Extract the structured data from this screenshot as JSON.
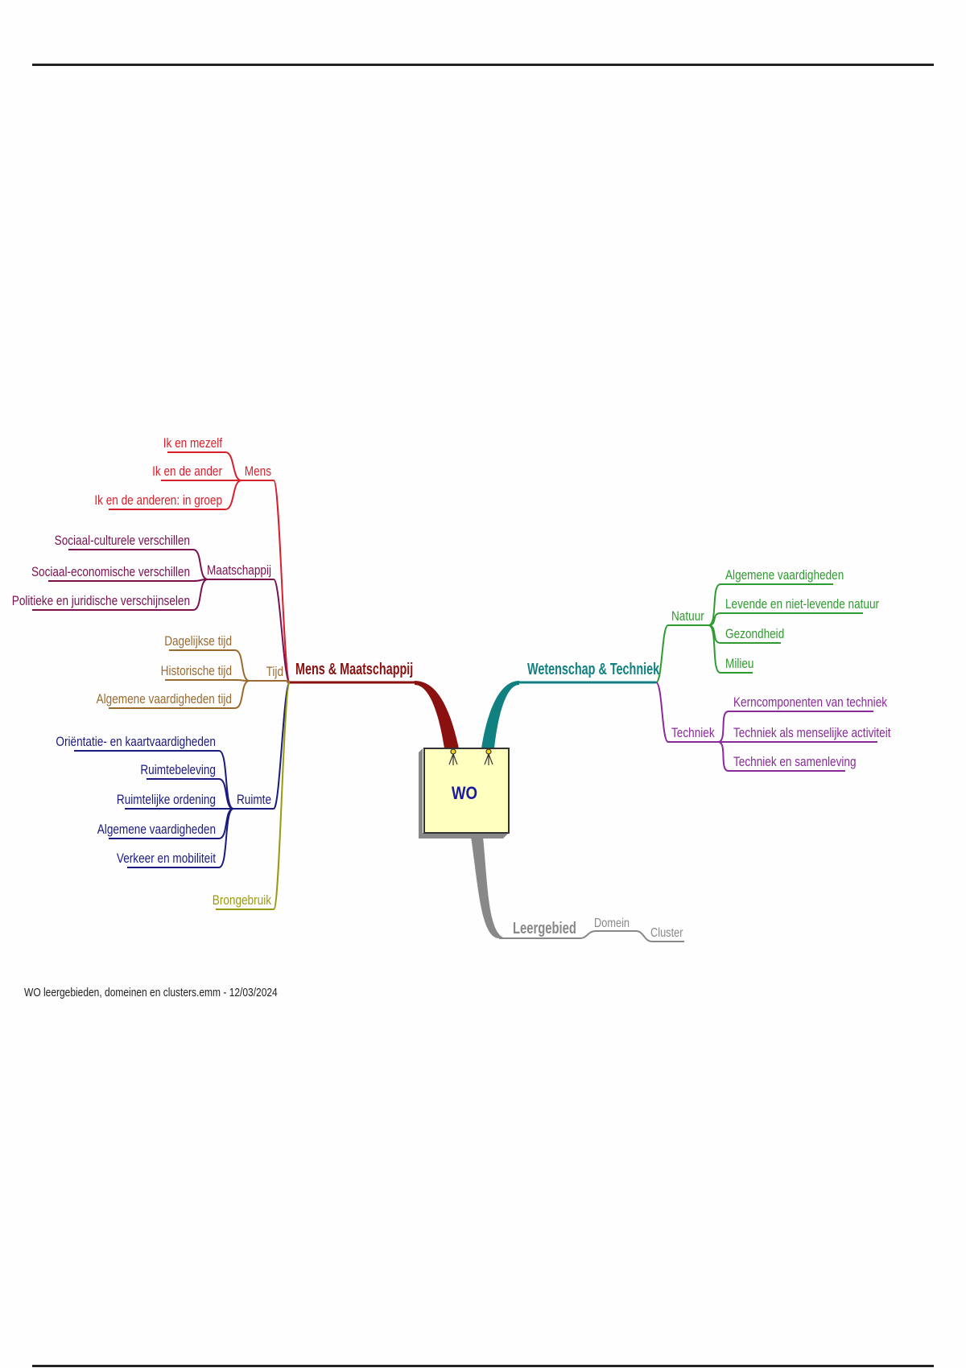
{
  "central": {
    "label": "WO",
    "fill": "#ffffc0",
    "text_color": "#1a1aa0"
  },
  "branches": {
    "mm": {
      "label": "Mens & Maatschappij",
      "color": "#8b1010",
      "subs": [
        {
          "label": "Mens",
          "color": "#d8202c",
          "children": [
            "Ik en mezelf",
            "Ik en de ander",
            "Ik en de anderen: in groep"
          ]
        },
        {
          "label": "Maatschappij",
          "color": "#7a1050",
          "children": [
            "Sociaal-culturele verschillen",
            "Sociaal-economische verschillen",
            "Politieke en juridische verschijnselen"
          ]
        },
        {
          "label": "Tijd",
          "color": "#9a6a30",
          "children": [
            "Dagelijkse tijd",
            "Historische tijd",
            "Algemene vaardigheden tijd"
          ]
        },
        {
          "label": "Ruimte",
          "color": "#1a1a80",
          "children": [
            "Oriëntatie- en kaartvaardigheden",
            "Ruimtebeleving",
            "Ruimtelijke ordening",
            "Algemene vaardigheden",
            "Verkeer en mobiliteit"
          ]
        },
        {
          "label": "Brongebruik",
          "color": "#9a9a10",
          "children": []
        }
      ]
    },
    "wt": {
      "label": "Wetenschap & Techniek",
      "color": "#108080",
      "subs": [
        {
          "label": "Natuur",
          "color": "#2f9a2f",
          "children": [
            "Algemene vaardigheden",
            "Levende en niet-levende natuur",
            "Gezondheid",
            "Milieu"
          ]
        },
        {
          "label": "Techniek",
          "color": "#8a2a9a",
          "children": [
            "Kerncomponenten van techniek",
            "Techniek als menselijke activiteit",
            "Techniek en samenleving"
          ]
        }
      ]
    }
  },
  "legend": {
    "leergebied": "Leergebied",
    "domein": "Domein",
    "cluster": "Cluster",
    "color": "#888888"
  },
  "footer": "WO leergebieden, domeinen en clusters.emm - 12/03/2024"
}
